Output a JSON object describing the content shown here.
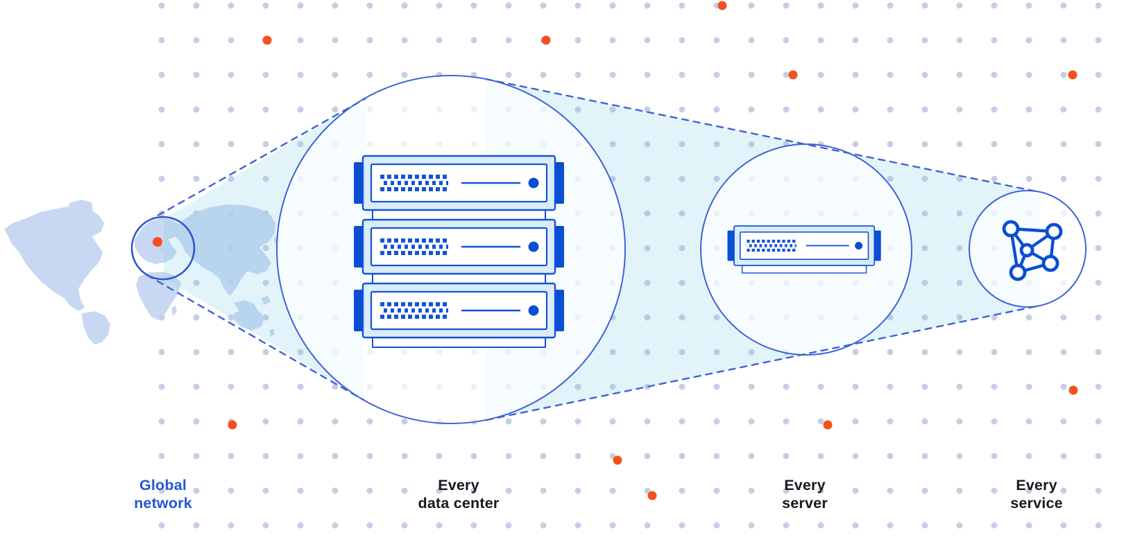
{
  "figure": {
    "description": "Network zoom-out diagram: global network to data center to server to service",
    "stages": [
      {
        "id": "global-network",
        "line1": "Global",
        "line2": "network",
        "emphasis": "blue",
        "icon": "world-map-highlight-circle-icon"
      },
      {
        "id": "every-data-center",
        "line1": "Every",
        "line2": "data center",
        "emphasis": "dark",
        "icon": "server-rack-icon"
      },
      {
        "id": "every-server",
        "line1": "Every",
        "line2": "server",
        "emphasis": "dark",
        "icon": "server-unit-icon"
      },
      {
        "id": "every-service",
        "line1": "Every",
        "line2": "service",
        "emphasis": "dark",
        "icon": "network-mesh-icon"
      }
    ]
  },
  "colors": {
    "accent_blue": "#2456D6",
    "label_dark": "#17191D",
    "stroke_blue": "#3E62D6",
    "map_circle_blue": "#3156CE",
    "server_blue": "#1553D6",
    "deep_blue": "#0A4ED4",
    "server_fill": "#D9EDF8",
    "map_fill": "#C9D8F2",
    "cone_fill": "rgba(125,203,226,0.22)",
    "grid_dot": "#C7CEE4",
    "orange": "#F4511E"
  }
}
